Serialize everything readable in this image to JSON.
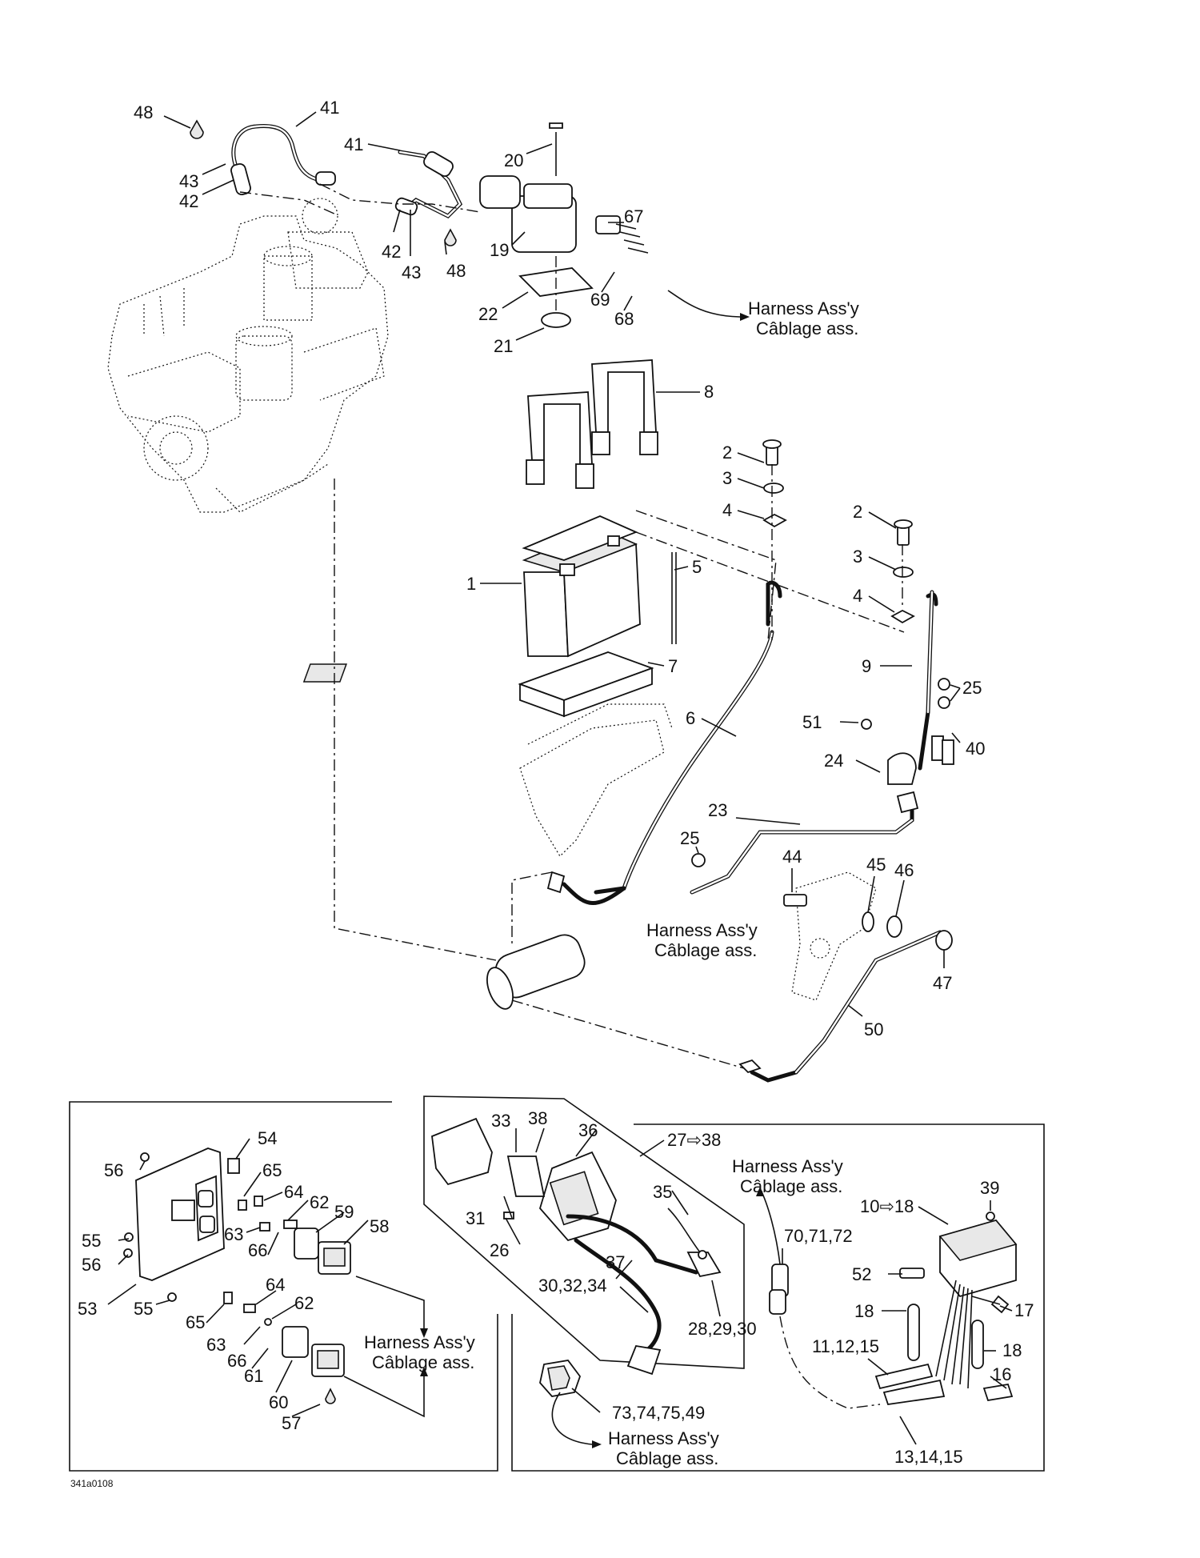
{
  "figure": {
    "reference": "341a0108",
    "harness_caption": {
      "line1": "Harness Ass'y",
      "line2": "Câblage ass."
    },
    "callouts": {
      "c48a": "48",
      "c41a": "41",
      "c43a": "43",
      "c42a": "42",
      "c41b": "41",
      "c42b": "42",
      "c43b": "43",
      "c48b": "48",
      "c20": "20",
      "c67": "67",
      "c19": "19",
      "c69": "69",
      "c22": "22",
      "c68": "68",
      "c21": "21",
      "c8": "8",
      "c2a": "2",
      "c3a": "3",
      "c4a": "4",
      "c5": "5",
      "c1": "1",
      "c7": "7",
      "c2b": "2",
      "c3b": "3",
      "c4b": "4",
      "c9": "9",
      "c25a": "25",
      "c6": "6",
      "c51": "51",
      "c40": "40",
      "c24": "24",
      "c23": "23",
      "c25b": "25",
      "c44": "44",
      "c45": "45",
      "c46": "46",
      "c47": "47",
      "c50": "50",
      "c54": "54",
      "c56a": "56",
      "c65a": "65",
      "c64a": "64",
      "c62a": "62",
      "c59": "59",
      "c58": "58",
      "c55a": "55",
      "c63a": "63",
      "c66a": "66",
      "c56b": "56",
      "c53": "53",
      "c55b": "55",
      "c64b": "64",
      "c62b": "62",
      "c65b": "65",
      "c63b": "63",
      "c66b": "66",
      "c61": "61",
      "c60": "60",
      "c57": "57",
      "c33": "33",
      "c38": "38",
      "c36": "36",
      "c27": "27⇨38",
      "c31": "31",
      "c26": "26",
      "c35": "35",
      "c37": "37",
      "c30_34": "30,32,34",
      "c28_30": "28,29,30",
      "c73": "73,74,75,49",
      "c70": "70,71,72",
      "c39": "39",
      "c10": "10⇨18",
      "c52": "52",
      "c18a": "18",
      "c17": "17",
      "c18b": "18",
      "c11": "11,12,15",
      "c16": "16",
      "c13": "13,14,15"
    }
  }
}
